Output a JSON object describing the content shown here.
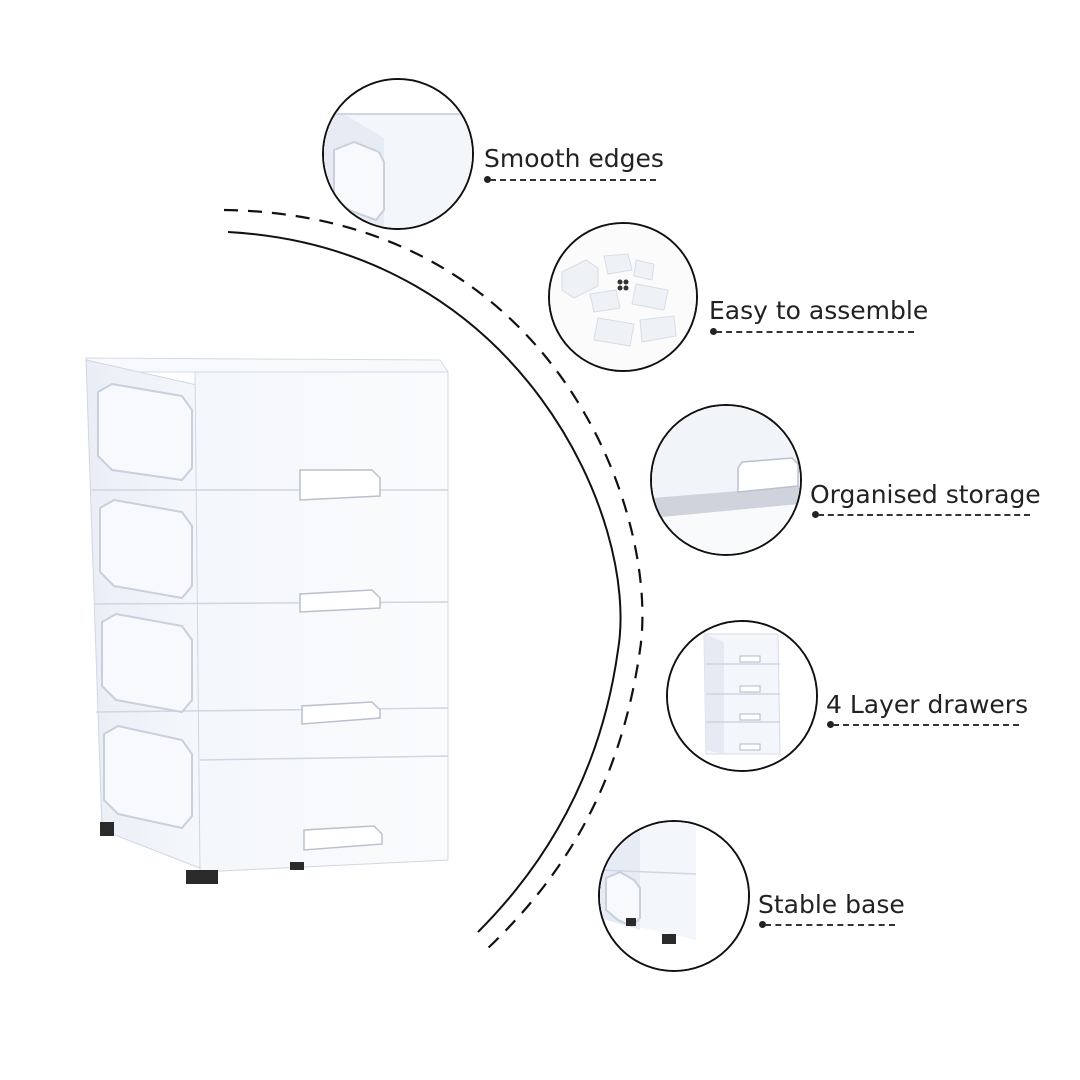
{
  "features": [
    {
      "id": "smooth-edges",
      "label": "Smooth edges",
      "icon": "smooth-edges-icon"
    },
    {
      "id": "easy-to-assemble",
      "label": "Easy to assemble",
      "icon": "assembly-parts-icon"
    },
    {
      "id": "organised-storage",
      "label": "Organised storage",
      "icon": "drawer-handle-icon"
    },
    {
      "id": "4-layer-drawers",
      "label": "4 Layer drawers",
      "icon": "drawer-stack-icon"
    },
    {
      "id": "stable-base",
      "label": "Stable base",
      "icon": "cabinet-base-icon"
    }
  ],
  "colors": {
    "background": "#ffffff",
    "cabinet": "#f3f6fb",
    "cabinet_shade": "#e4e9f2",
    "outline": "#111111",
    "text": "#222222"
  }
}
